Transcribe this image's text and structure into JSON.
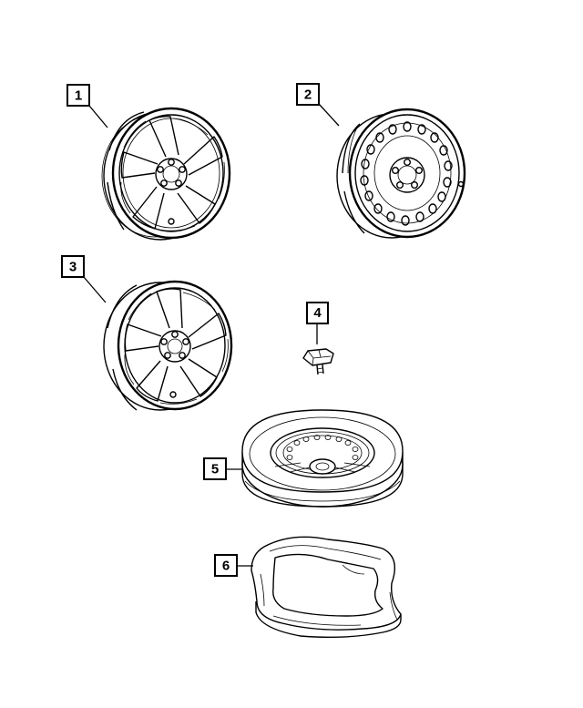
{
  "colors": {
    "line": "#000000",
    "background": "#ffffff"
  },
  "parts": [
    {
      "id": "1",
      "label": "1",
      "icon": "alloy-wheel-icon"
    },
    {
      "id": "2",
      "label": "2",
      "icon": "steel-wheel-icon"
    },
    {
      "id": "3",
      "label": "3",
      "icon": "alloy-wheel-icon"
    },
    {
      "id": "4",
      "label": "4",
      "icon": "hub-cap-bolt-icon"
    },
    {
      "id": "5",
      "label": "5",
      "icon": "spare-tire-icon"
    },
    {
      "id": "6",
      "label": "6",
      "icon": "spare-tire-tray-icon"
    }
  ]
}
